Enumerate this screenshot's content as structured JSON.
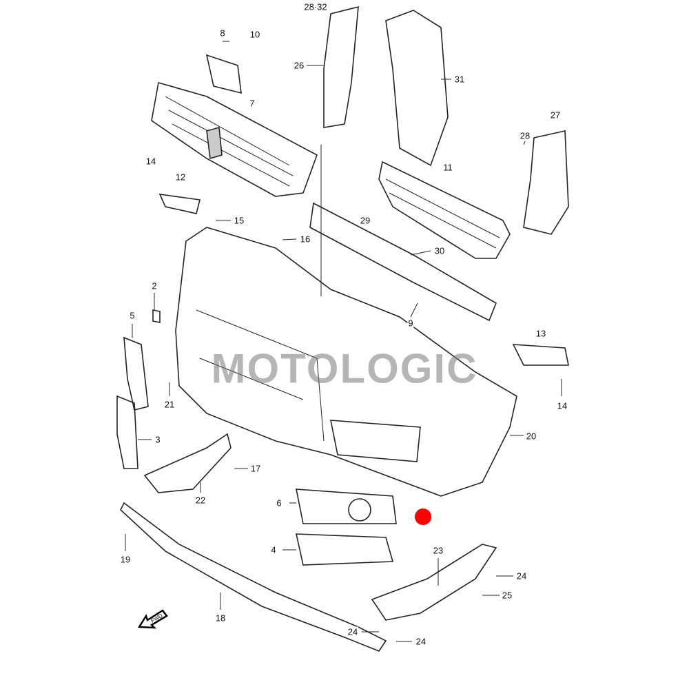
{
  "watermark": "MOTOLOGIC",
  "fwd_label": "FWD",
  "marker_color": "#ff0000",
  "callouts": [
    "28·32",
    "26",
    "8",
    "10",
    "7",
    "31",
    "27",
    "28",
    "14",
    "12",
    "11",
    "15",
    "29",
    "16",
    "30",
    "2",
    "9",
    "5",
    "13",
    "21",
    "14",
    "3",
    "20",
    "17",
    "22",
    "6",
    "4",
    "23",
    "19",
    "24",
    "25",
    "18",
    "24",
    "24"
  ]
}
